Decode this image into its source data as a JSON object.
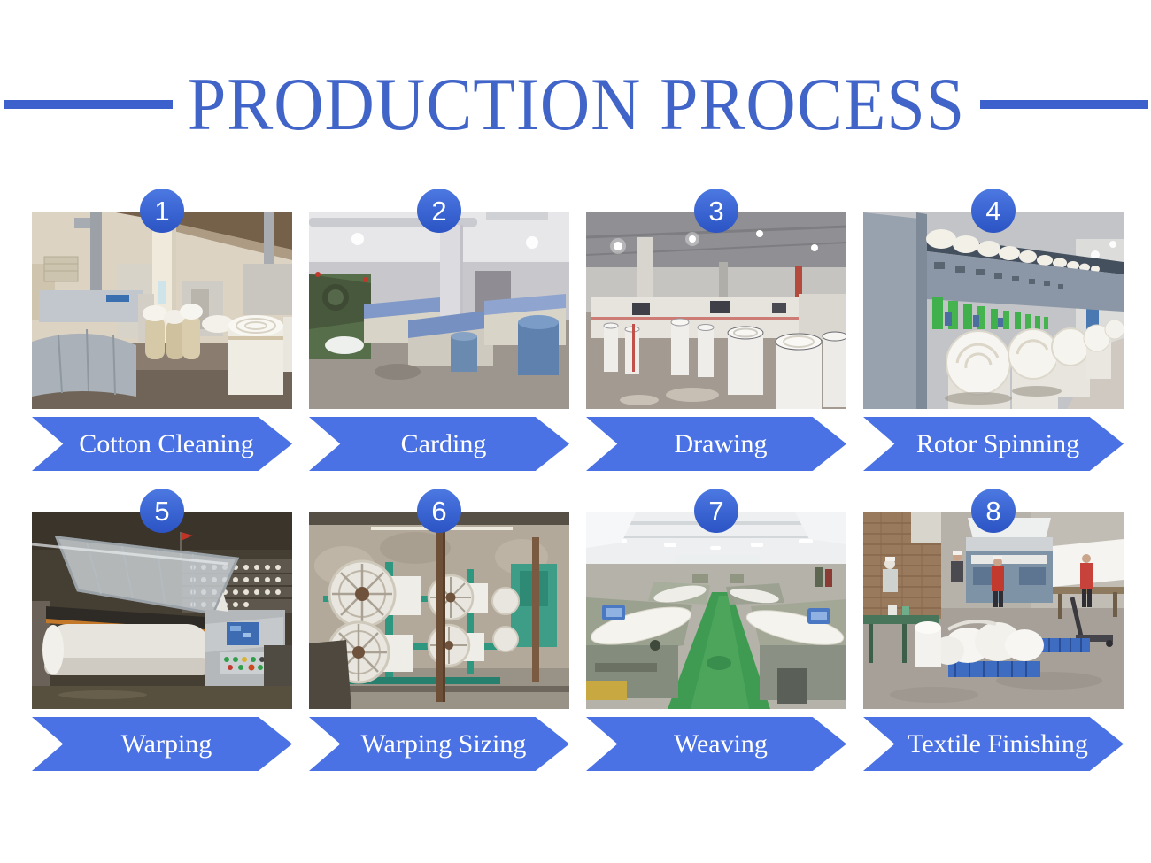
{
  "title": "PRODUCTION PROCESS",
  "colors": {
    "title_blue": "#4164c9",
    "divider_blue": "#3c61cd",
    "arrow_blue": "#4a72e4",
    "badge_blue_top": "#4d79e2",
    "badge_blue_bottom": "#2c54c4",
    "label_text": "#ffffff",
    "background": "#ffffff"
  },
  "steps": [
    {
      "number": "1",
      "label": "Cotton Cleaning",
      "photo": "cotton-cleaning-room-with-bale-machines"
    },
    {
      "number": "2",
      "label": "Carding",
      "photo": "carding-machines-hall"
    },
    {
      "number": "3",
      "label": "Drawing",
      "photo": "drawing-frames-with-sliver-cans"
    },
    {
      "number": "4",
      "label": "Rotor Spinning",
      "photo": "rotor-spinning-machine-row"
    },
    {
      "number": "5",
      "label": "Warping",
      "photo": "warping-machine-with-beam"
    },
    {
      "number": "6",
      "label": "Warping Sizing",
      "photo": "sizing-beams-on-green-frames"
    },
    {
      "number": "7",
      "label": "Weaving",
      "photo": "weaving-looms-green-aisle"
    },
    {
      "number": "8",
      "label": "Textile Finishing",
      "photo": "finishing-room-workers-fabric"
    }
  ]
}
